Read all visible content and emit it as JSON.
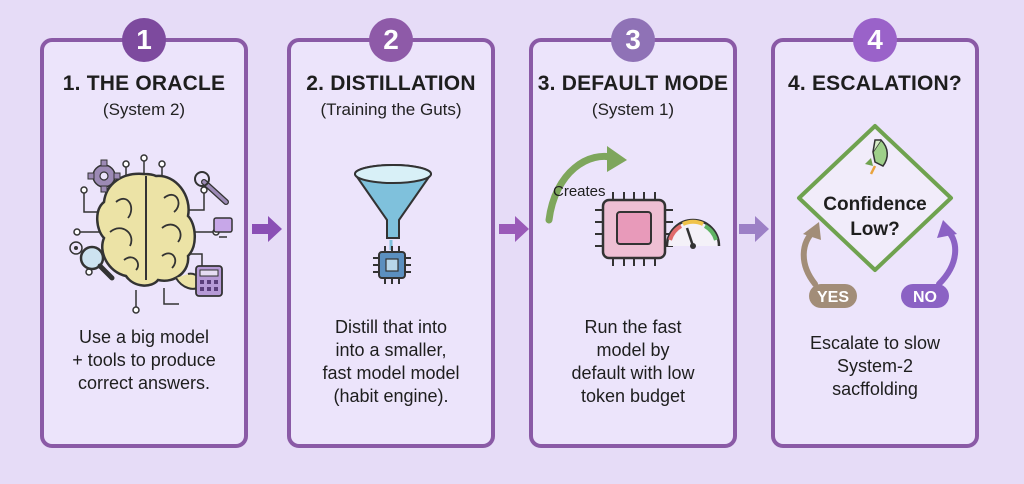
{
  "steps": [
    {
      "number": "1",
      "title": "1. THE ORACLE",
      "subtitle": "(System 2)",
      "description": "Use a big model\n+ tools to produce\ncorrect answers."
    },
    {
      "number": "2",
      "title": "2. DISTILLATION",
      "subtitle": "(Training the Guts)",
      "description": "Distill that into\ninto a smaller,\nfast model model\n(habit engine)."
    },
    {
      "number": "3",
      "title": "3. DEFAULT MODE",
      "subtitle": "(System 1)",
      "description": "Run the fast\nmodel by\ndefault with low\ntoken budget",
      "creates_label": "Creates"
    },
    {
      "number": "4",
      "title": "4. ESCALATION?",
      "subtitle": "",
      "description": "Escalate to slow\nSystem-2\nsacffolding",
      "decision_label_1": "Confidence",
      "decision_label_2": "Low?",
      "yes_label": "YES",
      "no_label": "NO"
    }
  ],
  "colors": {
    "background": "#e6dcf7",
    "panel_border": "#8a5aa6",
    "badge_1": "#7d4a9e",
    "badge_2": "#8e5aa8",
    "badge_3": "#8f72b6",
    "badge_4": "#9a62c9",
    "decision_border": "#6fa24f",
    "yes_badge": "#a28d78",
    "no_badge": "#8b62c4"
  },
  "icons": [
    "brain-icon",
    "gear-icon",
    "wrench-icon",
    "magnifier-icon",
    "calculator-icon",
    "funnel-icon",
    "chip-icon",
    "curved-arrow-icon",
    "speedometer-icon",
    "rocket-icon"
  ]
}
